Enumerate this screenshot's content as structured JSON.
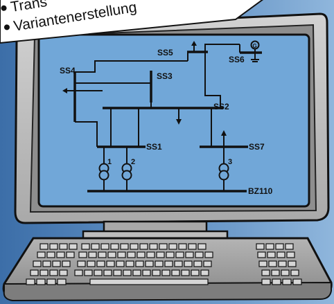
{
  "note": {
    "items": [
      "Trans",
      "Variantenerstellung"
    ]
  },
  "diagram": {
    "substations": [
      "SS1",
      "SS2",
      "SS3",
      "SS4",
      "SS5",
      "SS6",
      "SS7"
    ],
    "transformers": [
      "1",
      "2",
      "3"
    ],
    "busbar": "BZ110",
    "generator_symbol": "G"
  },
  "colors": {
    "screen": "#71a7d8",
    "monitor_body": "#bdbdbd",
    "keyboard": "#9a9a9a",
    "background": "#5a8cc0"
  }
}
